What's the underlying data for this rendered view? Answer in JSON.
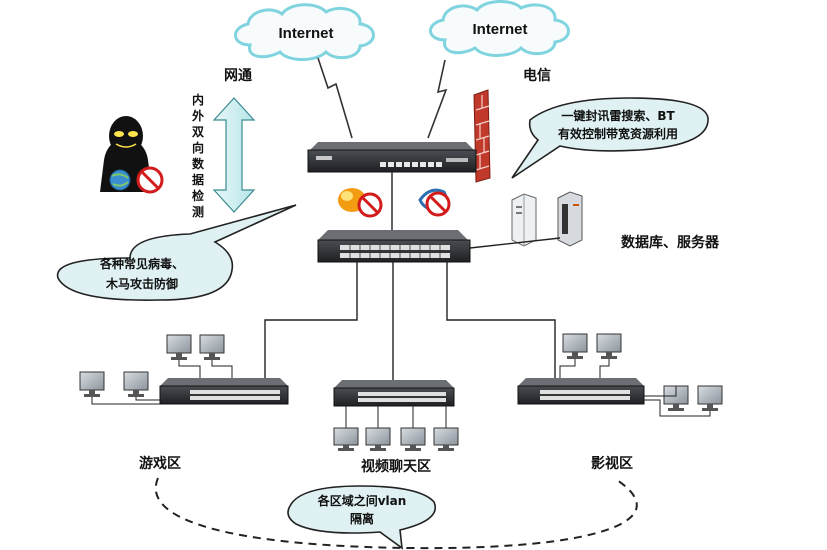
{
  "clouds": {
    "left": "Internet",
    "right": "Internet"
  },
  "isp": {
    "left": "网通",
    "right": "电信"
  },
  "vertical_label": [
    "内",
    "外",
    "双",
    "向",
    "数",
    "据",
    "检",
    "测"
  ],
  "callouts": {
    "top_right": [
      "一键封讯雷搜索、BT",
      "有效控制带宽资源利用"
    ],
    "left": [
      "各种常见病毒、",
      "木马攻击防御"
    ],
    "bottom": [
      "各区域之间vlan",
      "隔离"
    ]
  },
  "servers_label": "数据库、服务器",
  "zones": {
    "left": "游戏区",
    "center": "视频聊天区",
    "right": "影视区"
  },
  "colors": {
    "cloud_fill": "#f7fbfb",
    "cloud_stroke": "#7fd4df",
    "bubble_fill": "#dff1f3",
    "bubble_stroke": "#222222",
    "arrow_fill": "#cfeff0",
    "firewall": "#c0392b",
    "device_dark": "#2d2f33"
  }
}
